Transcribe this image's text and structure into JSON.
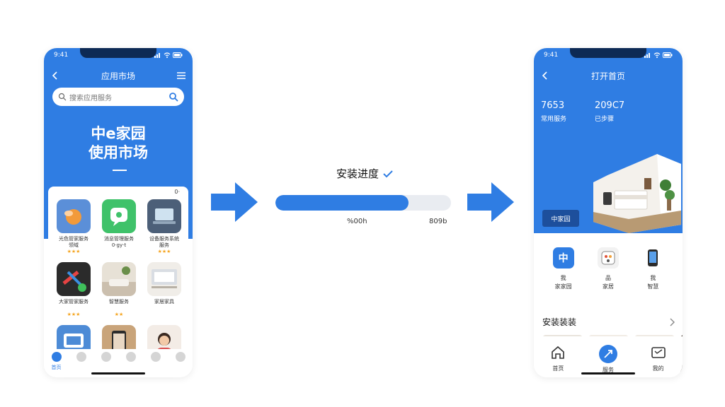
{
  "phone1": {
    "status_time": "9:41",
    "nav_title": "应用市场",
    "search_placeholder": "搜索应用服务",
    "hero_line1": "中e家园",
    "hero_line2": "使用市场",
    "card_tag": "0·",
    "apps": [
      {
        "name": "光色管家服务",
        "sub": "领域",
        "rating": "★★★",
        "color": "#5b8fd8",
        "icon": "orange-blob-icon"
      },
      {
        "name": "消息管理服务",
        "sub": "0·gy·t",
        "rating": "",
        "color": "#3fc26a",
        "icon": "chat-bubble-icon"
      },
      {
        "name": "设备服务系统",
        "sub": "服务",
        "rating": "★★★",
        "color": "#4c5f78",
        "icon": "laptop-icon"
      },
      {
        "name": "大家管家服务",
        "sub": "",
        "rating": "★★★",
        "color": "#2b2b2b",
        "icon": "tools-icon"
      },
      {
        "name": "智慧服务",
        "sub": "",
        "rating": "★★",
        "color": "#e7e1d6",
        "icon": "living-room-icon"
      },
      {
        "name": "家居家具",
        "sub": "",
        "rating": "",
        "color": "#f0ede8",
        "icon": "desk-icon"
      },
      {
        "name": "",
        "sub": "",
        "rating": "",
        "color": "#4d8bd6",
        "icon": "tv-icon"
      },
      {
        "name": "",
        "sub": "",
        "rating": "",
        "color": "#c9a47a",
        "icon": "phone-photo-icon"
      },
      {
        "name": "",
        "sub": "",
        "rating": "",
        "color": "#f3ece6",
        "icon": "person-photo-icon"
      }
    ],
    "tabs": [
      {
        "label": "首页",
        "active": true
      },
      {
        "label": "",
        "active": false
      },
      {
        "label": "",
        "active": false
      },
      {
        "label": "",
        "active": false
      },
      {
        "label": "",
        "active": false
      },
      {
        "label": "",
        "active": false
      }
    ]
  },
  "progress": {
    "title": "安装进度",
    "percent": 76,
    "left_label": "%00h",
    "right_label": "809b"
  },
  "phone2": {
    "status_time": "9:41",
    "nav_title": "打开首页",
    "stats": [
      {
        "value": "7653",
        "label": "常用服务"
      },
      {
        "value": "209C7",
        "label": "已步骤"
      }
    ],
    "home_button": "中家园",
    "quick_actions": [
      {
        "line1": "我",
        "line2": "家家园",
        "icon": "zhong-logo-icon",
        "color": "#2f7de3"
      },
      {
        "line1": "品",
        "line2": "家居",
        "icon": "device-tile-icon",
        "color": "#f2f2f2"
      },
      {
        "line1": "我",
        "line2": "智慧",
        "icon": "phone-device-icon",
        "color": "#ffffff"
      }
    ],
    "section_title": "安装装装",
    "tabs": [
      {
        "label": "首页",
        "icon": "home-icon",
        "active": false
      },
      {
        "label": "服务",
        "icon": "compass-icon",
        "active": true
      },
      {
        "label": "我的",
        "icon": "message-icon",
        "active": false
      }
    ]
  },
  "colors": {
    "primary": "#2f7de3",
    "dark_blue": "#1d4f9c",
    "track": "#e9ecf1"
  }
}
